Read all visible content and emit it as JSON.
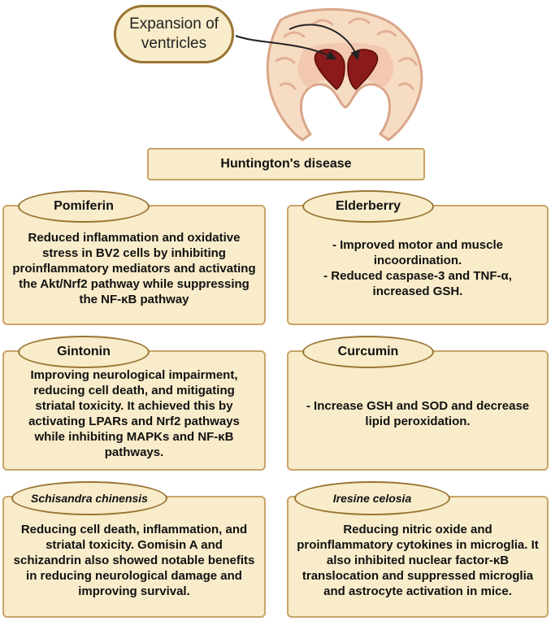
{
  "brain_label": "Expansion of ventricles",
  "disease": "Huntington's disease",
  "cards": [
    {
      "title": "Pomiferin",
      "text": "Reduced inflammation and oxidative stress in BV2 cells by inhibiting proinflammatory mediators and activating the Akt/Nrf2 pathway while suppressing the NF-κB pathway"
    },
    {
      "title": "Elderberry",
      "text": "- Improved motor and muscle incoordination.\n- Reduced caspase-3 and TNF-α, increased GSH."
    },
    {
      "title": "Gintonin",
      "text": "Improving neurological impairment, reducing cell death, and mitigating striatal toxicity. It achieved this by activating LPARs and Nrf2 pathways while inhibiting MAPKs and NF-κB pathways."
    },
    {
      "title": "Curcumin",
      "text": "- Increase GSH and SOD and decrease lipid peroxidation."
    },
    {
      "title": "Schisandra chinensis",
      "text": "Reducing cell death, inflammation, and striatal toxicity. Gomisin A and schizandrin also showed notable benefits in reducing neurological damage and improving survival."
    },
    {
      "title": "Iresine celosia",
      "text": "Reducing nitric oxide and proinflammatory cytokines in microglia. It also inhibited nuclear factor-κB translocation and suppressed microglia and astrocyte activation in mice."
    }
  ]
}
